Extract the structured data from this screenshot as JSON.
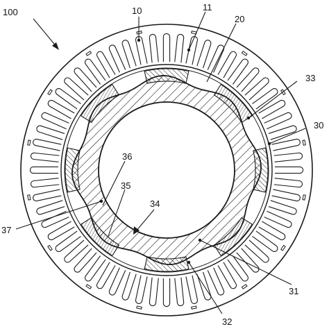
{
  "figure": {
    "labels": {
      "assembly": "100",
      "stator": "10",
      "stator_slot": "11",
      "air_gap": "20",
      "rotor": "30",
      "rotor_core": "31",
      "magnet_pocket": "32",
      "pole_segment": "33",
      "notch": "34",
      "groove": "35",
      "pole_face": "36",
      "edge": "37"
    },
    "stator_slot_count": 60,
    "rotor_pole_count": 8,
    "colors": {
      "line": "#1a1a1a",
      "background": "#ffffff"
    }
  }
}
